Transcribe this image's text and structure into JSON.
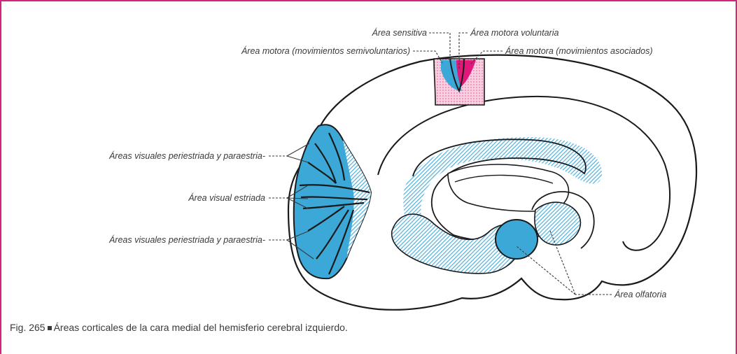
{
  "labels": {
    "area_sensitiva": "Área sensitiva",
    "area_motora_voluntaria": "Área motora voluntaria",
    "area_motora_semivoluntarios": "Área motora (movimientos semivoluntarios)",
    "area_motora_asociados": "Área motora (movimientos asociados)",
    "areas_visuales_top": "Áreas visuales periestriada y paraestria-",
    "area_visual_estriada": "Área visual estriada",
    "areas_visuales_bottom": "Áreas visuales periestriada y paraestria-",
    "area_olfatoria": "Área olfatoria"
  },
  "caption": {
    "fig_number": "Fig. 265",
    "text": "Áreas corticales de la cara medial del hemisferio cerebral izquierdo."
  },
  "colors": {
    "frame": "#d4237a",
    "blue": "#3ca8d8",
    "pink": "#e0187a",
    "light_pink": "#f4bcd6",
    "outline": "#1a1a1a"
  }
}
